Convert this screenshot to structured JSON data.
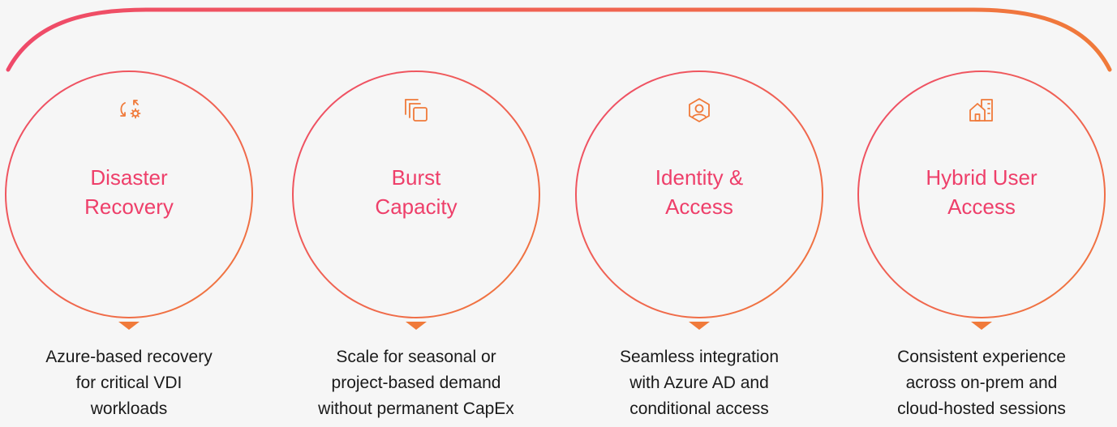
{
  "colors": {
    "accent_pink": "#ee3f6a",
    "accent_orange": "#f07a3a",
    "text": "#1a1a1a",
    "background": "#f6f6f6"
  },
  "cards": [
    {
      "icon": "disaster-recovery-icon",
      "title": [
        "Disaster",
        "Recovery"
      ],
      "description": [
        "Azure-based recovery",
        "for critical VDI",
        "workloads"
      ]
    },
    {
      "icon": "copy-stack-icon",
      "title": [
        "Burst",
        "Capacity"
      ],
      "description": [
        "Scale for seasonal or",
        "project-based demand",
        "without permanent CapEx"
      ]
    },
    {
      "icon": "user-shield-icon",
      "title": [
        "Identity &",
        "Access"
      ],
      "description": [
        "Seamless integration",
        "with Azure AD and",
        "conditional access"
      ]
    },
    {
      "icon": "home-building-icon",
      "title": [
        "Hybrid User",
        "Access"
      ],
      "description": [
        "Consistent experience",
        "across on-prem and",
        "cloud-hosted sessions"
      ]
    }
  ]
}
